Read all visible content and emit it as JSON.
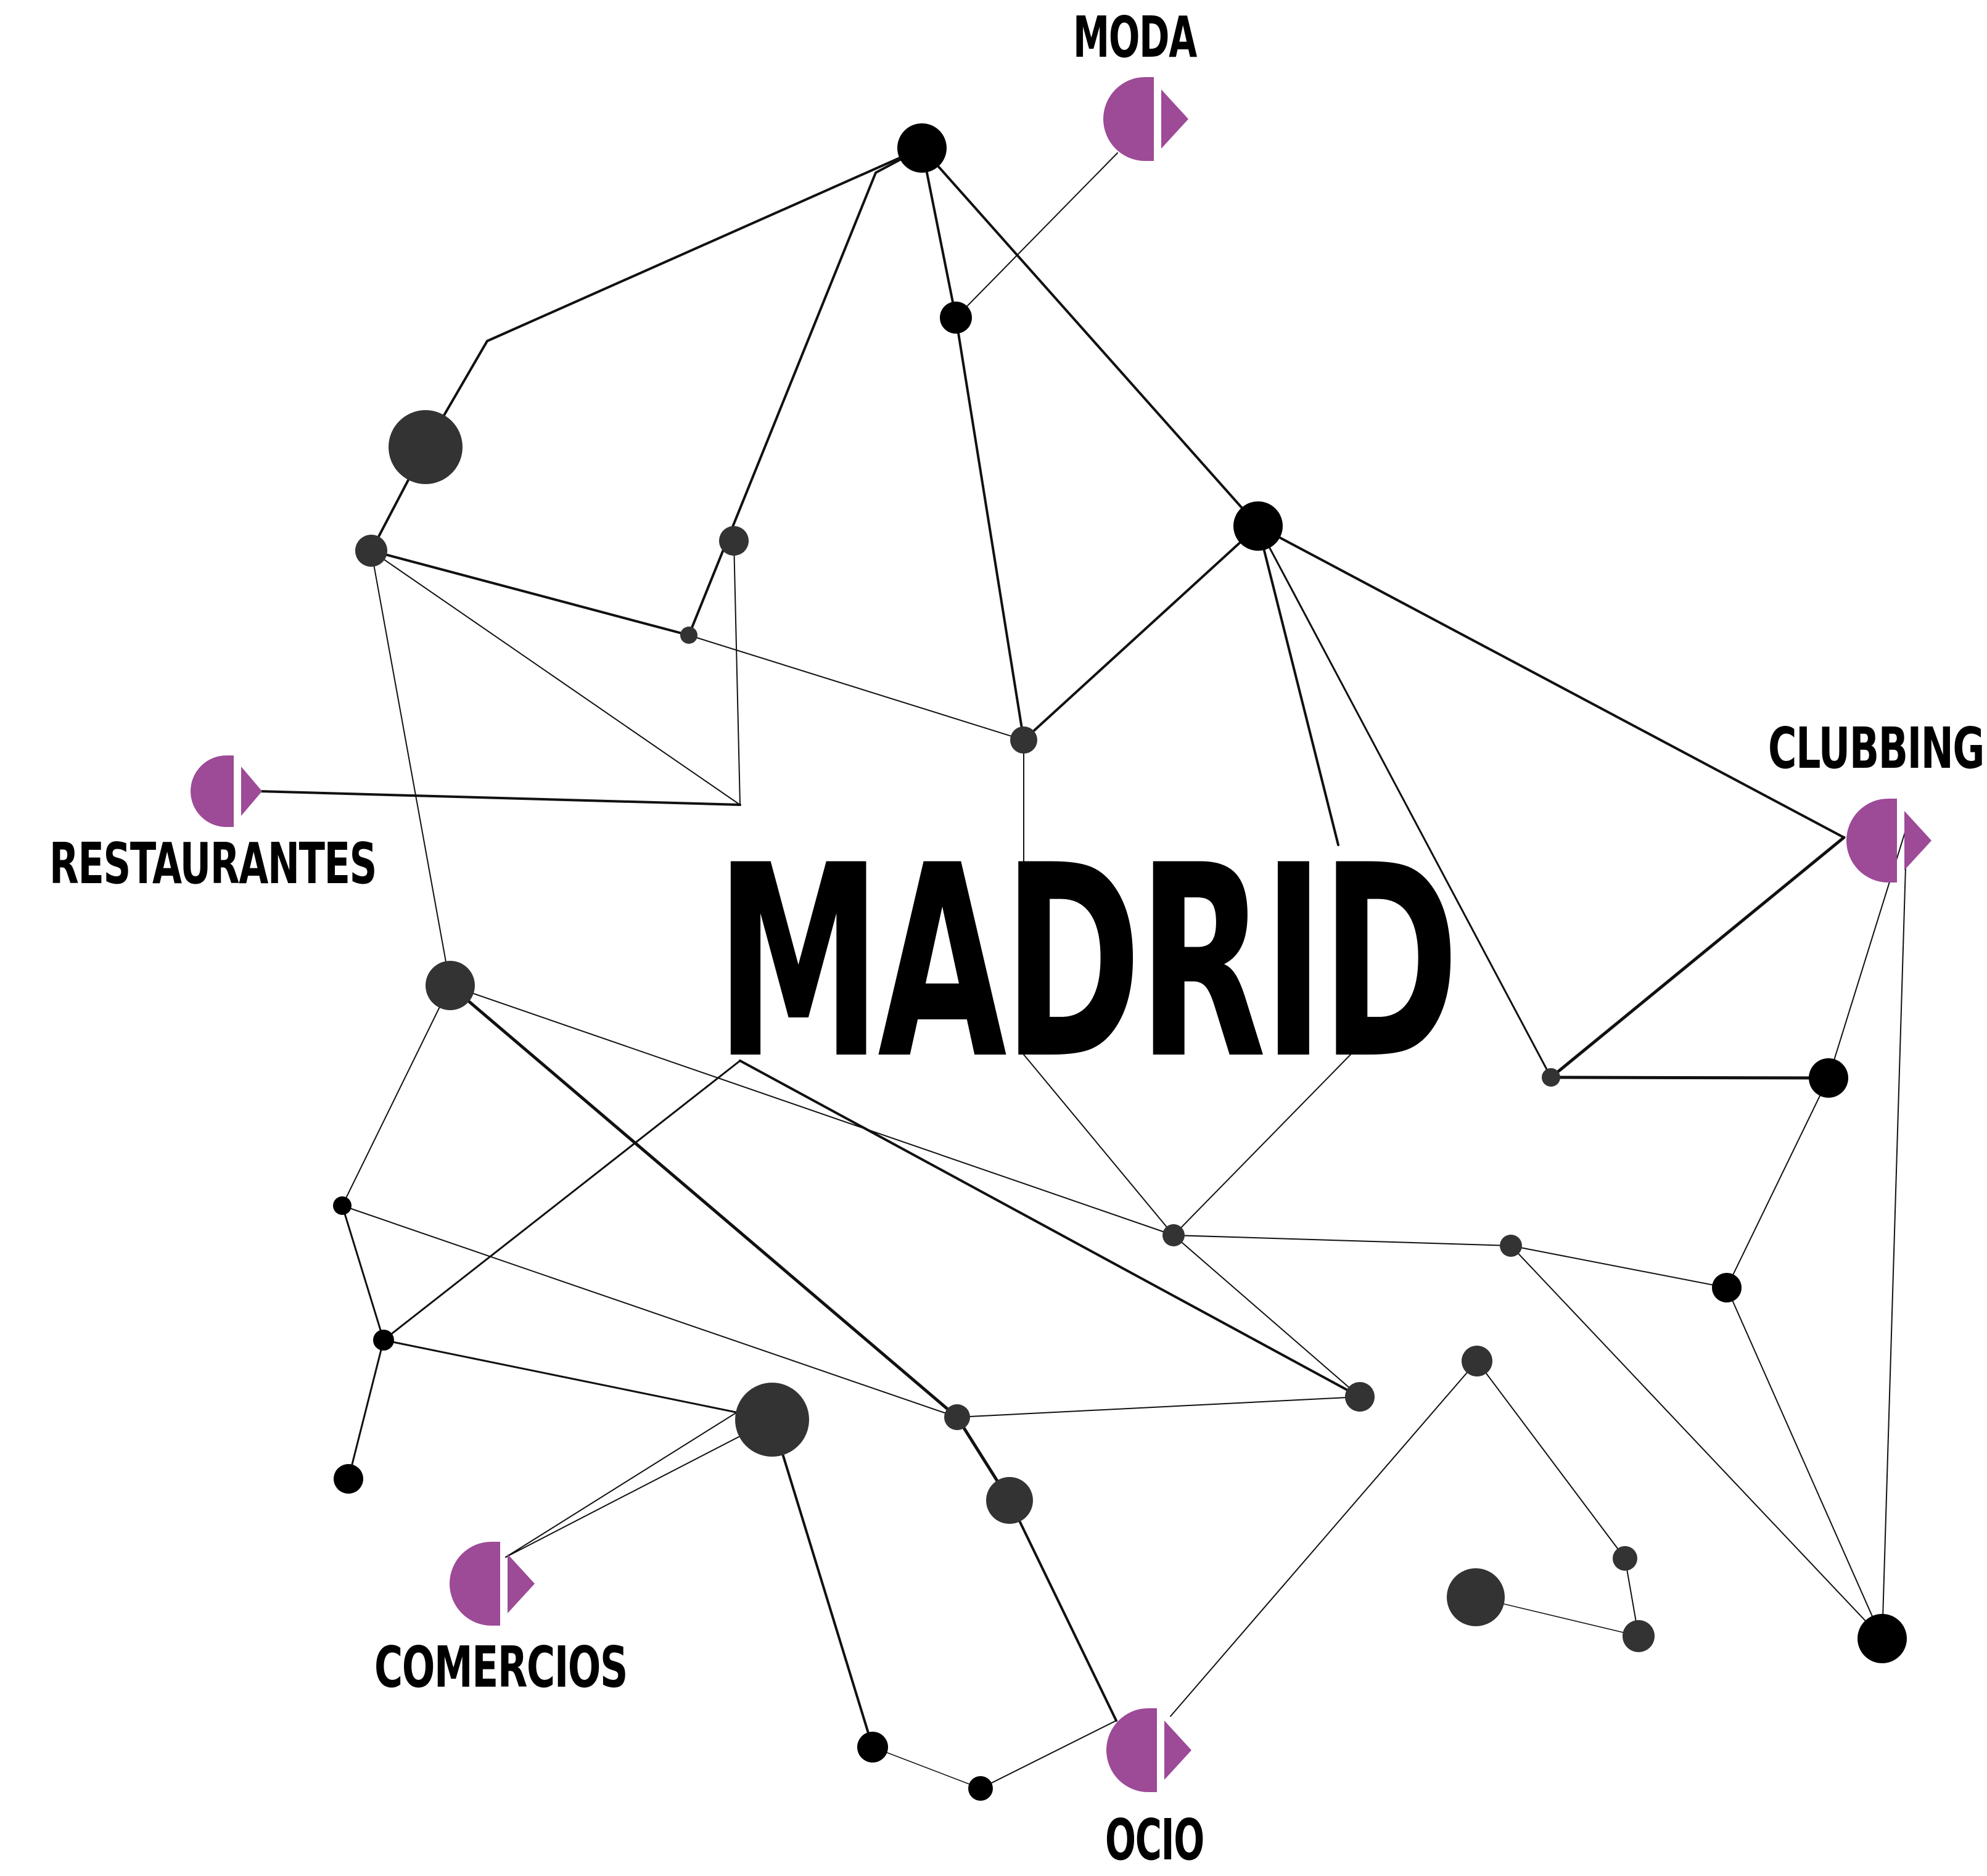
{
  "title": "MADRID",
  "accent_color": "#9d4a97",
  "node_color": "#000000",
  "categories": [
    {
      "id": "moda",
      "label": "MODA"
    },
    {
      "id": "restaurantes",
      "label": "RESTAURANTES"
    },
    {
      "id": "clubbing",
      "label": "CLUBBING"
    },
    {
      "id": "comercios",
      "label": "COMERCIOS"
    },
    {
      "id": "ocio",
      "label": "OCIO"
    }
  ]
}
